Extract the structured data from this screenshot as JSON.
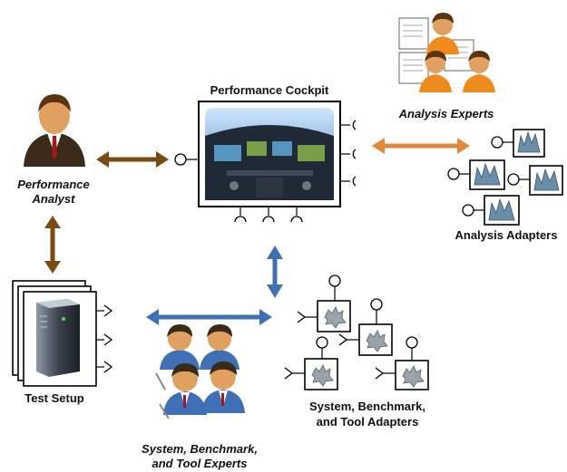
{
  "diagram": {
    "labels": {
      "cockpit_title": "Performance Cockpit",
      "analysis_experts": "Analysis Experts",
      "analyst_line1": "Performance",
      "analyst_line2": "Analyst",
      "analysis_adapters": "Analysis Adapters",
      "test_setup": "Test Setup",
      "sys_adapters_line1": "System, Benchmark,",
      "sys_adapters_line2": "and Tool Adapters",
      "sys_experts_line1": "System, Benchmark,",
      "sys_experts_line2": "and Tool Experts"
    },
    "colors": {
      "brown_arrow": "#7a4a14",
      "orange_arrow": "#e08a3c",
      "blue_arrow": "#3f6fb5",
      "skin": "#e0a060",
      "hair": "#5a3410",
      "orange_shirt": "#f08a1c",
      "blue_shirt": "#3f6fb5",
      "dark_suit": "#3a2a1a"
    },
    "icons": {
      "analyst": "person-icon",
      "analysis_experts": "presenter-group-icon",
      "sys_experts": "expert-group-icon",
      "cockpit": "cockpit-icon",
      "test_setup": "server-icon",
      "analysis_adapter": "spike-chart-icon",
      "system_adapter": "gear-blob-icon"
    }
  }
}
